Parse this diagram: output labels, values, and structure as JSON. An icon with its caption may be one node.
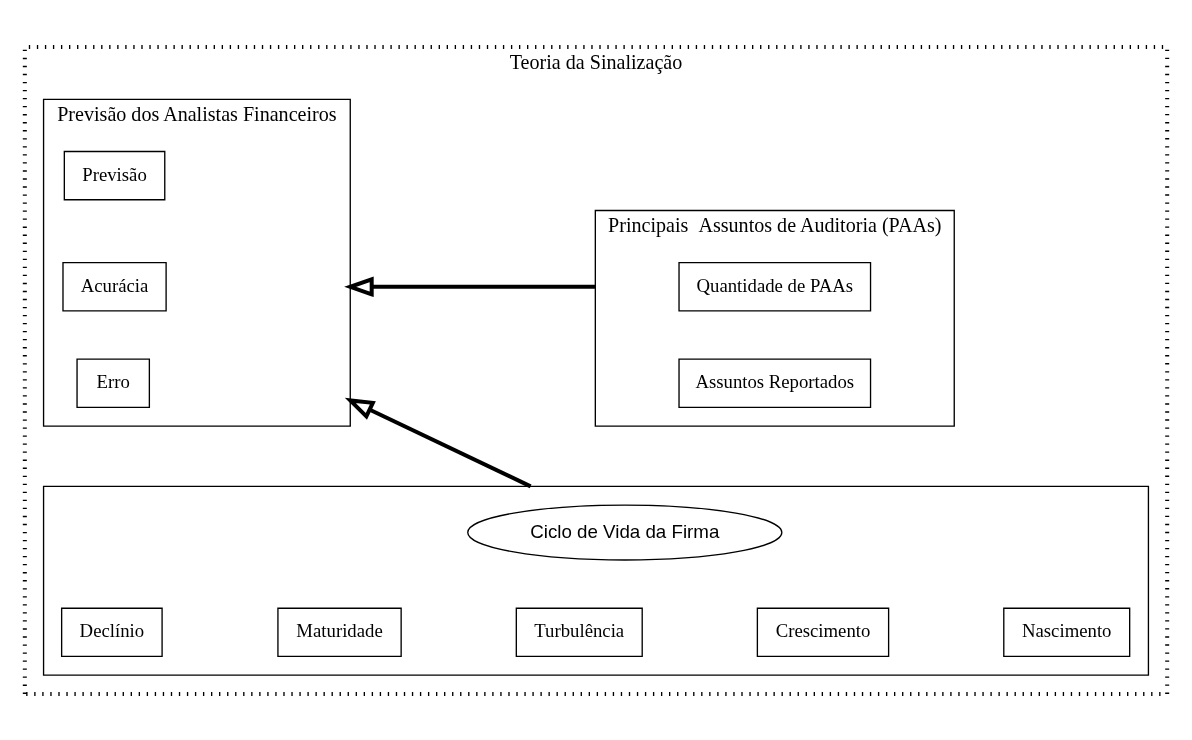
{
  "diagram": {
    "nodes": [
      {
        "text": [
          "Teoria da Sinalização"
        ]
      },
      {
        "text": [
          "Principais  Assuntos de Auditoria (PAAs)"
        ],
        "in": 0
      },
      {
        "text": [
          "Quantidade de PAAs"
        ],
        "in": 1
      },
      {
        "text": [
          "Assuntos Reportados"
        ],
        "in": 1
      },
      {
        "text": [
          "Previsão dos Analistas Financeiros"
        ],
        "in": 0
      },
      {
        "text": [
          "Previsão"
        ],
        "in": 4
      },
      {
        "text": [
          "Acurácia"
        ],
        "in": 4
      },
      {
        "text": [
          "Erro"
        ],
        "in": 4
      },
      {
        "text": [],
        "shape": "box",
        "in": 0
      },
      {
        "text": [
          "Ciclo de Vida da Firma"
        ],
        "in": 8
      },
      {
        "text": [
          "Nascimento"
        ],
        "in": 8
      },
      {
        "text": [
          "Crescimento"
        ],
        "in": 8
      },
      {
        "text": [
          "Maturidade"
        ],
        "in": 8
      },
      {
        "text": [
          "Turbulência"
        ],
        "in": 8
      },
      {
        "text": [
          "Declínio"
        ],
        "in": 8
      }
    ],
    "edges": [
      {
        "from": 1,
        "to": 4,
        "arrow": "to"
      },
      {
        "from": 8,
        "to": 4,
        "arrow": "to"
      }
    ]
  }
}
